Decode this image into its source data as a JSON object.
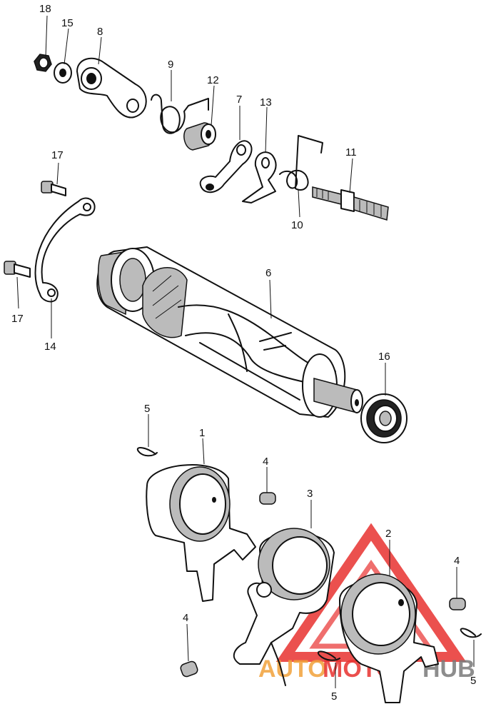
{
  "diagram": {
    "parts": [
      {
        "id": "p18",
        "label": "18"
      },
      {
        "id": "p15",
        "label": "15"
      },
      {
        "id": "p8",
        "label": "8"
      },
      {
        "id": "p9",
        "label": "9"
      },
      {
        "id": "p12",
        "label": "12"
      },
      {
        "id": "p7",
        "label": "7"
      },
      {
        "id": "p13",
        "label": "13"
      },
      {
        "id": "p11",
        "label": "11"
      },
      {
        "id": "p10",
        "label": "10"
      },
      {
        "id": "p17a",
        "label": "17"
      },
      {
        "id": "p17b",
        "label": "17"
      },
      {
        "id": "p14",
        "label": "14"
      },
      {
        "id": "p6",
        "label": "6"
      },
      {
        "id": "p16",
        "label": "16"
      },
      {
        "id": "p5a",
        "label": "5"
      },
      {
        "id": "p1",
        "label": "1"
      },
      {
        "id": "p4a",
        "label": "4"
      },
      {
        "id": "p3",
        "label": "3"
      },
      {
        "id": "p2",
        "label": "2"
      },
      {
        "id": "p4b",
        "label": "4"
      },
      {
        "id": "p5b",
        "label": "5"
      },
      {
        "id": "p4c",
        "label": "4"
      },
      {
        "id": "p5c",
        "label": "5"
      }
    ]
  },
  "watermark": {
    "part1": "AUTO",
    "part2": "MOTO",
    "part3": "HUB",
    "color_primary": "#e8312f",
    "color_secondary": "#f2a23a",
    "color_tertiary": "#7a7a7a"
  }
}
